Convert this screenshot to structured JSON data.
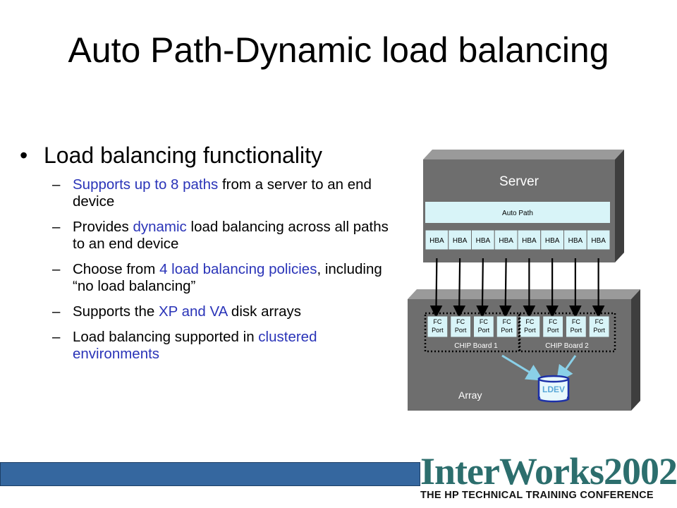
{
  "title": "Auto Path-Dynamic load balancing",
  "bullet": {
    "marker": "•",
    "text": "Load balancing functionality"
  },
  "sub_items": [
    {
      "segments": [
        {
          "t": "Supports up to 8 paths",
          "hl": true
        },
        {
          "t": " from a server to an end device",
          "hl": false
        }
      ]
    },
    {
      "segments": [
        {
          "t": "Provides ",
          "hl": false
        },
        {
          "t": "dynamic",
          "hl": true
        },
        {
          "t": " load balancing across all paths to an end device",
          "hl": false
        }
      ]
    },
    {
      "segments": [
        {
          "t": "Choose from ",
          "hl": false
        },
        {
          "t": "4 load balancing policies",
          "hl": true
        },
        {
          "t": ", including “no load balancing”",
          "hl": false
        }
      ]
    },
    {
      "segments": [
        {
          "t": "Supports the ",
          "hl": false
        },
        {
          "t": "XP and VA",
          "hl": true
        },
        {
          "t": " disk arrays",
          "hl": false
        }
      ]
    },
    {
      "segments": [
        {
          "t": "Load balancing supported in ",
          "hl": false
        },
        {
          "t": "clustered environments",
          "hl": true
        }
      ]
    }
  ],
  "dash": "–",
  "diagram": {
    "server_label": "Server",
    "auto_path_label": "Auto Path",
    "hba_labels": [
      "HBA",
      "HBA",
      "HBA",
      "HBA",
      "HBA",
      "HBA",
      "HBA",
      "HBA"
    ],
    "fc_port_line1": "FC",
    "fc_port_line2": "Port",
    "fc_port_count": 8,
    "board1_label": "CHIP Board 1",
    "board2_label": "CHIP Board 2",
    "array_label": "Array",
    "ldev_label": "LDEV"
  },
  "logo": {
    "line1": "InterWorks2002",
    "line2": "THE HP TECHNICAL TRAINING CONFERENCE"
  },
  "colors": {
    "highlight": "#2a34b8",
    "footer_bar": "#35679f",
    "server_box": "#6e6e6e",
    "cyan": "#d8f4f8",
    "logo": "#2c6e6d"
  }
}
